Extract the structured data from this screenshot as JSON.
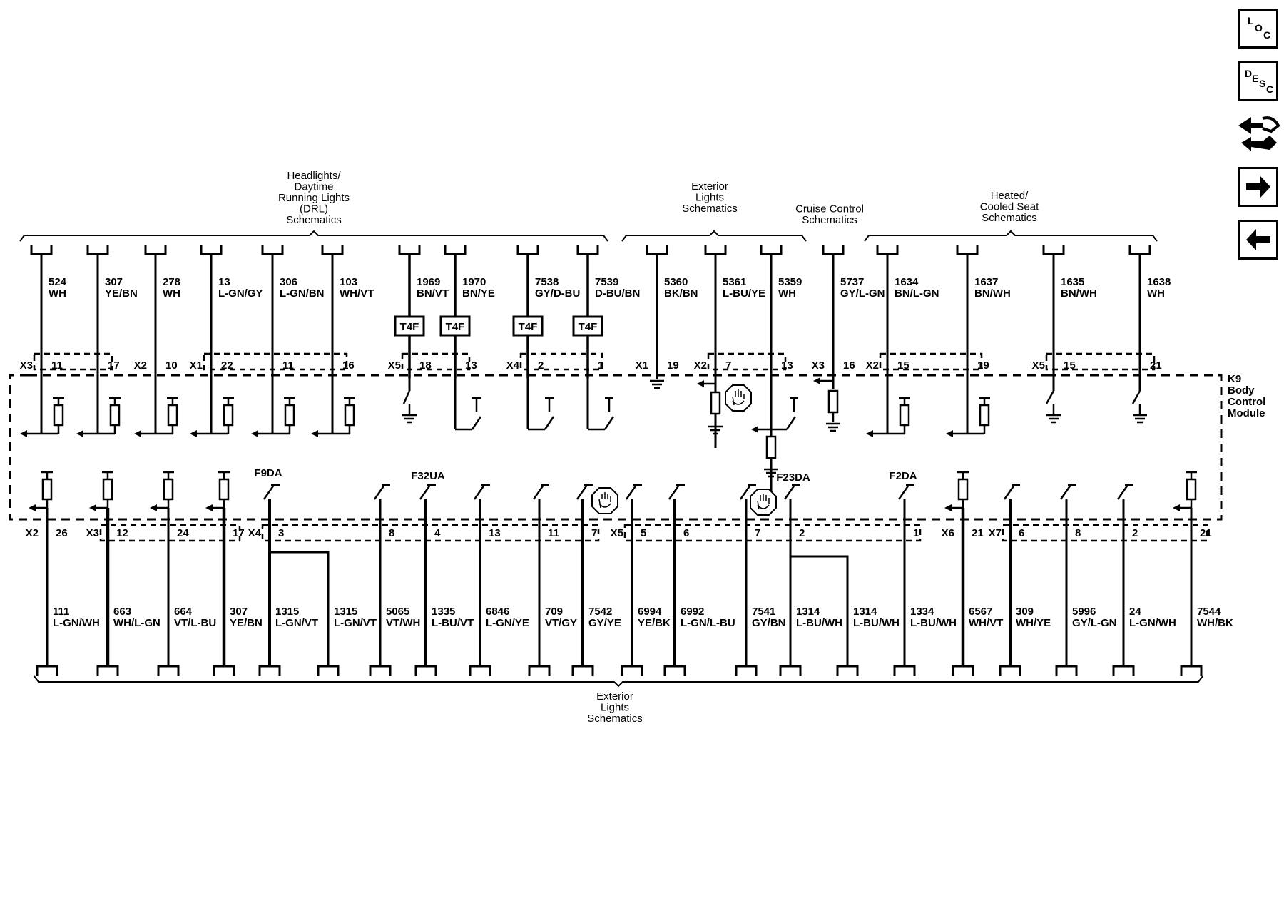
{
  "nav": {
    "loc": [
      "L",
      "O",
      "C"
    ],
    "desc": [
      "D",
      "E",
      "S",
      "C"
    ]
  },
  "headers": {
    "headlights": [
      "Headlights/",
      "Daytime",
      "Running Lights",
      "(DRL)",
      "Schematics"
    ],
    "exterior_top": [
      "Exterior",
      "Lights",
      "Schematics"
    ],
    "cruise": [
      "Cruise Control",
      "Schematics"
    ],
    "seat": [
      "Heated/",
      "Cooled Seat",
      "Schematics"
    ],
    "exterior_bottom": [
      "Exterior",
      "Lights",
      "Schematics"
    ]
  },
  "module": [
    "K9",
    "Body",
    "Control",
    "Module"
  ],
  "top_wires": [
    {
      "circuit": "524",
      "color": "WH",
      "connector": "X3",
      "pin": "11"
    },
    {
      "circuit": "307",
      "color": "YE/BN",
      "connector": "",
      "pin": "17"
    },
    {
      "circuit": "278",
      "color": "WH",
      "connector": "X2",
      "pin": "10"
    },
    {
      "circuit": "13",
      "color": "L-GN/GY",
      "connector": "X1",
      "pin": "22"
    },
    {
      "circuit": "306",
      "color": "L-GN/BN",
      "connector": "",
      "pin": "11"
    },
    {
      "circuit": "103",
      "color": "WH/VT",
      "connector": "",
      "pin": "16"
    },
    {
      "circuit": "1969",
      "color": "BN/VT",
      "connector": "X5",
      "pin": "18"
    },
    {
      "circuit": "1970",
      "color": "BN/YE",
      "connector": "",
      "pin": "13"
    },
    {
      "circuit": "7538",
      "color": "GY/D-BU",
      "connector": "X4",
      "pin": "2"
    },
    {
      "circuit": "7539",
      "color": "D-BU/BN",
      "connector": "",
      "pin": "1"
    },
    {
      "circuit": "5360",
      "color": "BK/BN",
      "connector": "X1",
      "pin": "19"
    },
    {
      "circuit": "5361",
      "color": "L-BU/YE",
      "connector": "X2",
      "pin": "7"
    },
    {
      "circuit": "5359",
      "color": "WH",
      "connector": "",
      "pin": "13"
    },
    {
      "circuit": "5737",
      "color": "GY/L-GN",
      "connector": "X3",
      "pin": "16"
    },
    {
      "circuit": "1634",
      "color": "BN/L-GN",
      "connector": "X2",
      "pin": "15"
    },
    {
      "circuit": "1637",
      "color": "BN/WH",
      "connector": "",
      "pin": "19"
    },
    {
      "circuit": "1635",
      "color": "BN/WH",
      "connector": "X5",
      "pin": "15"
    },
    {
      "circuit": "1638",
      "color": "WH",
      "connector": "",
      "pin": "21"
    }
  ],
  "t4f_label": "T4F",
  "fuses": [
    "F9DA",
    "F32UA",
    "F23DA",
    "F2DA"
  ],
  "bottom_wires": [
    {
      "circuit": "111",
      "color": "L-GN/WH",
      "connector": "X2",
      "pin": "26"
    },
    {
      "circuit": "663",
      "color": "WH/L-GN",
      "connector": "X3",
      "pin": "12"
    },
    {
      "circuit": "664",
      "color": "VT/L-BU",
      "connector": "",
      "pin": "24"
    },
    {
      "circuit": "307",
      "color": "YE/BN",
      "connector": "",
      "pin": "17"
    },
    {
      "circuit": "1315",
      "color": "L-GN/VT",
      "connector": "X4",
      "pin": "3"
    },
    {
      "circuit": "1315",
      "color": "L-GN/VT",
      "connector": "",
      "pin": ""
    },
    {
      "circuit": "5065",
      "color": "VT/WH",
      "connector": "",
      "pin": "8"
    },
    {
      "circuit": "1335",
      "color": "L-BU/VT",
      "connector": "",
      "pin": "4"
    },
    {
      "circuit": "6846",
      "color": "L-GN/YE",
      "connector": "",
      "pin": "13"
    },
    {
      "circuit": "709",
      "color": "VT/GY",
      "connector": "",
      "pin": "11"
    },
    {
      "circuit": "7542",
      "color": "GY/YE",
      "connector": "",
      "pin": "7"
    },
    {
      "circuit": "6994",
      "color": "YE/BK",
      "connector": "X5",
      "pin": "5"
    },
    {
      "circuit": "6992",
      "color": "L-GN/L-BU",
      "connector": "",
      "pin": "6"
    },
    {
      "circuit": "7541",
      "color": "GY/BN",
      "connector": "",
      "pin": "7"
    },
    {
      "circuit": "1314",
      "color": "L-BU/WH",
      "connector": "",
      "pin": "2"
    },
    {
      "circuit": "1314",
      "color": "L-BU/WH",
      "connector": "",
      "pin": ""
    },
    {
      "circuit": "1334",
      "color": "L-BU/WH",
      "connector": "",
      "pin": "1"
    },
    {
      "circuit": "6567",
      "color": "WH/VT",
      "connector": "X6",
      "pin": "21"
    },
    {
      "circuit": "309",
      "color": "WH/YE",
      "connector": "X7",
      "pin": "6"
    },
    {
      "circuit": "5996",
      "color": "GY/L-GN",
      "connector": "",
      "pin": "8"
    },
    {
      "circuit": "24",
      "color": "L-GN/WH",
      "connector": "",
      "pin": "2"
    },
    {
      "circuit": "7544",
      "color": "WH/BK",
      "connector": "",
      "pin": "21"
    }
  ]
}
